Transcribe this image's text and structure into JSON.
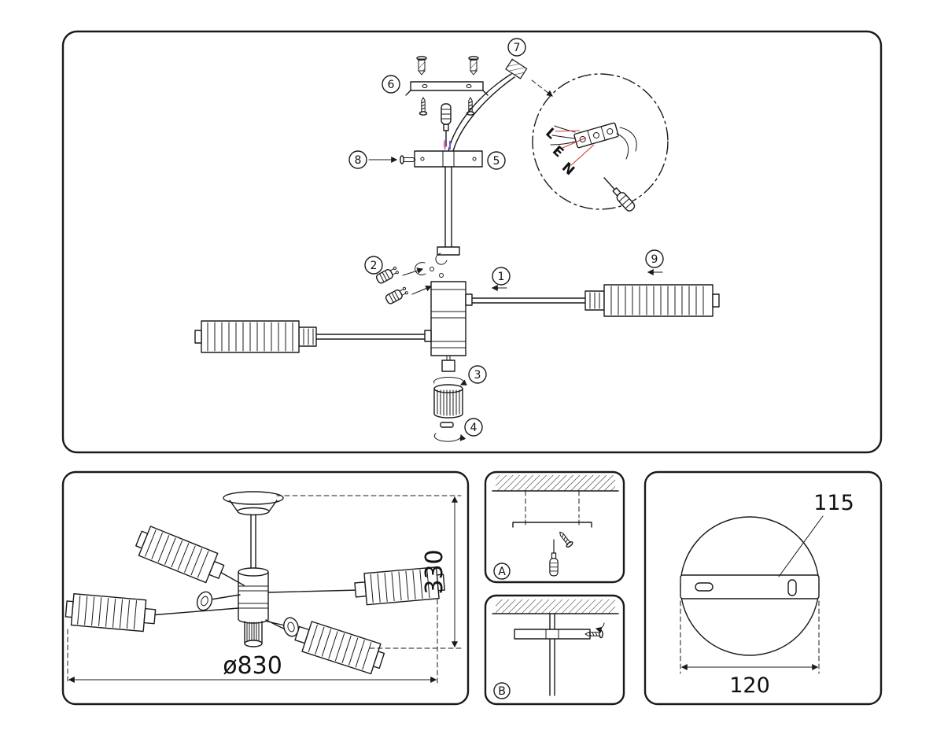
{
  "sheet": {
    "exploded": {
      "callouts": {
        "c1": "1",
        "c2": "2",
        "c3": "3",
        "c4": "4",
        "c5": "5",
        "c6": "6",
        "c7": "7",
        "c8": "8",
        "c9": "9"
      },
      "wiring": {
        "live": "L",
        "earth": "E",
        "neutral": "N"
      }
    },
    "overall_view": {
      "height_mm": "330",
      "diameter_mm": "ø830"
    },
    "step_views": {
      "a": "A",
      "b": "B"
    },
    "canopy_view": {
      "plate_mm": "115",
      "overall_mm": "120"
    }
  },
  "colors": {
    "line": "#1a1a1a",
    "leader_red": "#d23a32",
    "wire_pink": "#e060c0",
    "wire_purple": "#7a4fd2"
  }
}
